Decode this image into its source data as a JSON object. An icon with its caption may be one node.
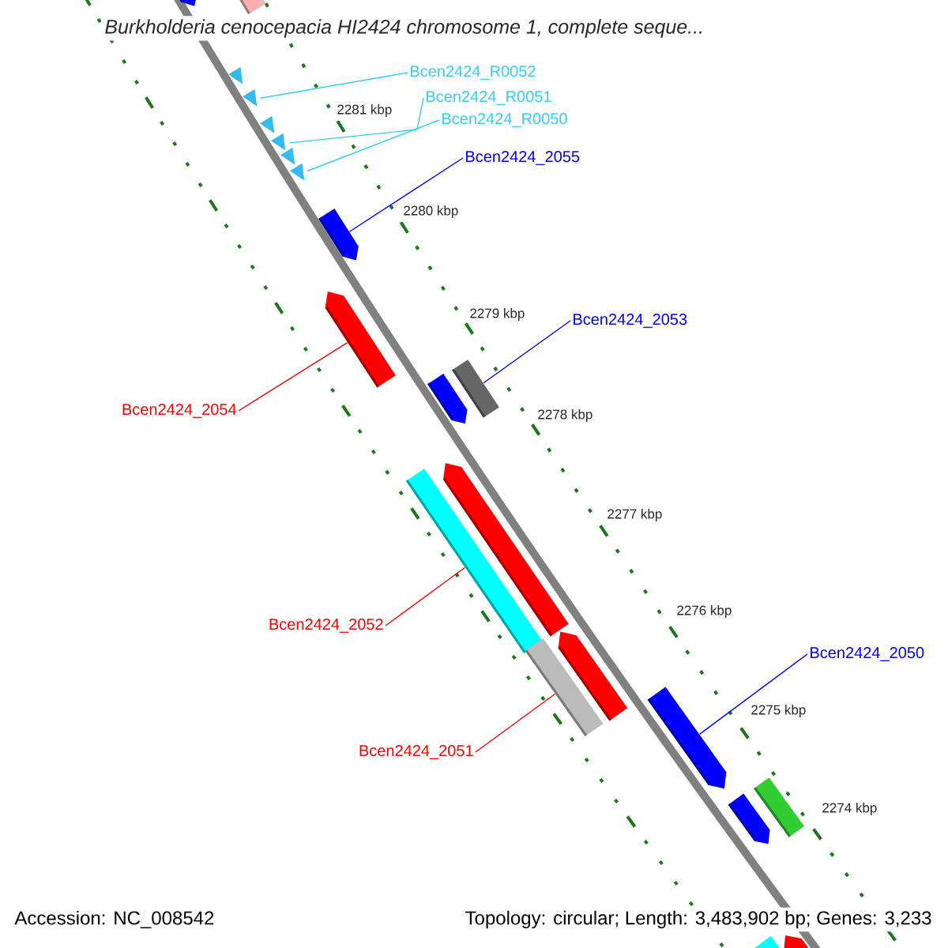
{
  "diagram": {
    "title": "Burkholderia cenocepacia HI2424 chromosome 1, complete seque...",
    "nodes": [
      {
        "text": [
          "Bcen2424_R0052"
        ]
      },
      {
        "text": [
          "Bcen2424_R0051"
        ]
      },
      {
        "text": [
          "Bcen2424_R0050"
        ]
      },
      {
        "text": [
          "Bcen2424_2055"
        ]
      },
      {
        "text": [
          "Bcen2424_2053"
        ]
      },
      {
        "text": [
          "Bcen2424_2054"
        ]
      },
      {
        "text": [
          "Bcen2424_2052"
        ]
      },
      {
        "text": [
          "Bcen2424_2051"
        ]
      },
      {
        "text": [
          "Bcen2424_2050"
        ]
      },
      {
        "text": [],
        "shape": "bar"
      },
      {
        "text": [],
        "shape": "bar"
      },
      {
        "text": [],
        "shape": "triangle"
      },
      {
        "text": [],
        "shape": "triangle"
      },
      {
        "text": [],
        "shape": "triangle"
      },
      {
        "text": [],
        "shape": "triangle"
      },
      {
        "text": [],
        "shape": "triangle"
      },
      {
        "text": [],
        "shape": "triangle"
      },
      {
        "text": [],
        "shape": "bar"
      },
      {
        "text": [],
        "shape": "bar"
      },
      {
        "text": [],
        "shape": "bar"
      },
      {
        "text": [],
        "shape": "box"
      },
      {
        "text": [],
        "shape": "bar"
      },
      {
        "text": [],
        "shape": "box"
      },
      {
        "text": [],
        "shape": "bar"
      },
      {
        "text": [],
        "shape": "box"
      },
      {
        "text": [],
        "shape": "bar"
      },
      {
        "text": [],
        "shape": "box"
      },
      {
        "text": [],
        "shape": "bar"
      },
      {
        "text": [],
        "shape": "box"
      },
      {
        "text": [],
        "shape": "bar"
      }
    ],
    "edges": [
      {
        "from": 0,
        "to": 12,
        "arrow": "none",
        "color": "#33ccff"
      },
      {
        "from": 1,
        "to": 14,
        "arrow": "none",
        "color": "#33ccff"
      },
      {
        "from": 2,
        "to": 16,
        "arrow": "none",
        "color": "#33ccff"
      },
      {
        "from": 3,
        "to": 17,
        "arrow": "none",
        "color": "#0000ff"
      },
      {
        "from": 4,
        "to": 20,
        "arrow": "none",
        "color": "#0000ff"
      },
      {
        "from": 5,
        "to": 18,
        "arrow": "none",
        "color": "#ff0000"
      },
      {
        "from": 6,
        "to": 22,
        "arrow": "none",
        "color": "#ff0000"
      },
      {
        "from": 7,
        "to": 24,
        "arrow": "none",
        "color": "#ff0000"
      },
      {
        "from": 8,
        "to": 25,
        "arrow": "none",
        "color": "#0000ff"
      }
    ],
    "labels": [
      "2281 kbp",
      "2280 kbp",
      "2279 kbp",
      "2278 kbp",
      "2277 kbp",
      "2276 kbp",
      "2275 kbp",
      "2274 kbp",
      "Accession: NC_008542",
      "Topology: circular; Length: 3,483,902 bp; Genes: 3,233"
    ]
  }
}
